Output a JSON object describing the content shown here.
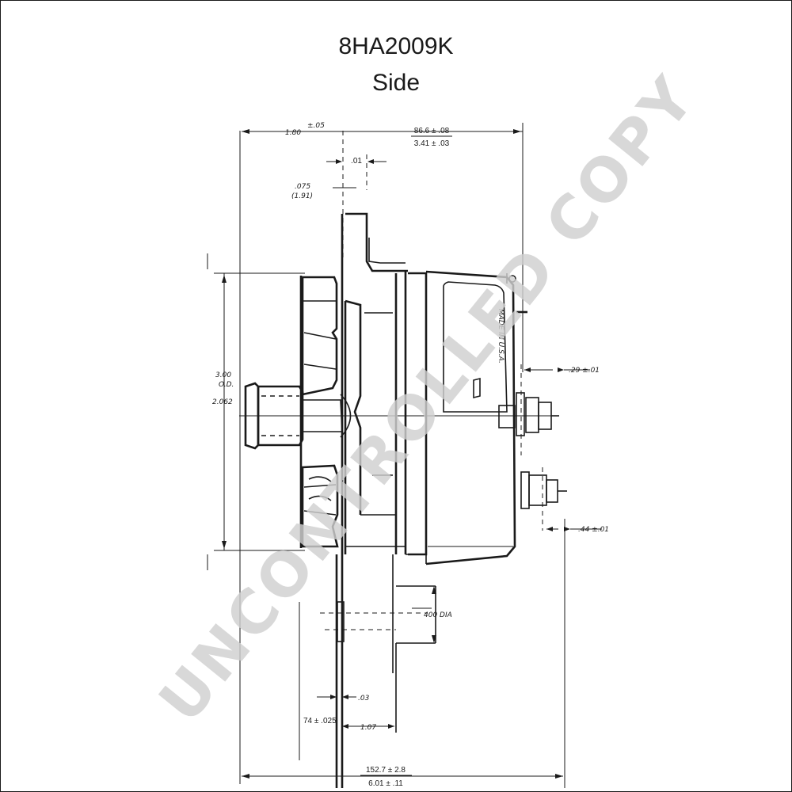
{
  "title": "8HA2009K",
  "view": "Side",
  "watermark": "UNCONTROLLED COPY",
  "plate_text": "MADE IN U.S.A.",
  "dimensions": {
    "top_overall_mm": "86.6 ± .08",
    "top_overall_in": "3.41 ± .03",
    "top_left": "1.80",
    "top_left_tol": "±.05",
    "gap_small": ".01",
    "offset_075": ".075",
    "offset_075_sub": "(1.91)",
    "pulley_dia_1": "3.00",
    "pulley_dia_2": "O.D.",
    "shaft_dia": "2.062",
    "terminal_1": ".29 ±.01",
    "terminal_2": ".44 ±.01",
    "bolt_hole": "400 DIA",
    "foot_03": ".03",
    "foot_width": "74 ± .025",
    "foot_107": "1.07",
    "bottom_overall_mm": "152.7 ± 2.8",
    "bottom_overall_in": "6.01 ± .11"
  },
  "colors": {
    "line": "#1a1a1a",
    "watermark": "#cfcfcf",
    "background": "#ffffff"
  }
}
